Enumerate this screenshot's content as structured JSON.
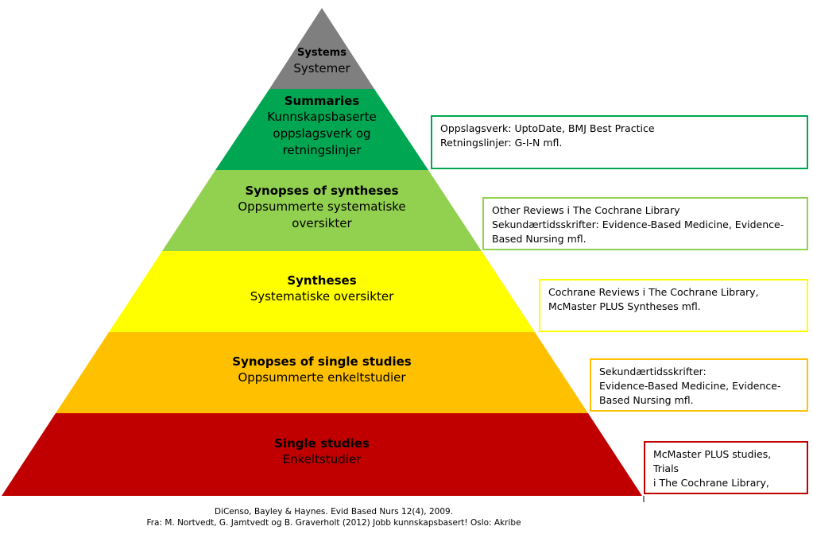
{
  "tiers": [
    {
      "en": "Systems",
      "no": "Systemer",
      "color": "#7f7f7f"
    },
    {
      "en": "Summaries",
      "no": "Kunnskapsbaserte\noppslagsverk og\nretningslinjer",
      "color": "#00a651"
    },
    {
      "en": "Synopses of syntheses",
      "no": "Oppsummerte systematiske\noversikter",
      "color": "#92d050"
    },
    {
      "en": "Syntheses",
      "no": "Systematiske oversikter",
      "color": "#ffff00"
    },
    {
      "en": "Synopses of single studies",
      "no": "Oppsummerte enkeltstudier",
      "color": "#ffc000"
    },
    {
      "en": "Single studies",
      "no": "Enkeltstudier",
      "color": "#c00000"
    }
  ],
  "callouts": [
    {
      "text": "Oppslagsverk: UptoDate, BMJ Best Practice\nRetningslinjer: G-I-N mfl.",
      "border": "#00a651"
    },
    {
      "text": "Other Reviews i The Cochrane Library\nSekundærtidsskrifter: Evidence-Based Medicine, Evidence-\nBased Nursing mfl.",
      "border": "#92d050"
    },
    {
      "text": "Cochrane Reviews i The Cochrane Library,\nMcMaster PLUS Syntheses mfl.",
      "border": "#ffff00"
    },
    {
      "text": "Sekundærtidsskrifter:\nEvidence-Based Medicine, Evidence-\nBased Nursing mfl.",
      "border": "#ffc000"
    },
    {
      "text": "McMaster PLUS studies, Trials\ni The Cochrane Library,\nMEDLINE, CINAHL mfl.",
      "border": "#c00000"
    }
  ],
  "citation": {
    "line1": "DiCenso, Bayley & Haynes. Evid Based Nurs 12(4), 2009.",
    "line2": "Fra: M. Nortvedt, G. Jamtvedt og B. Graverholt (2012) Jobb kunnskapsbasert! Oslo: Akribe"
  }
}
